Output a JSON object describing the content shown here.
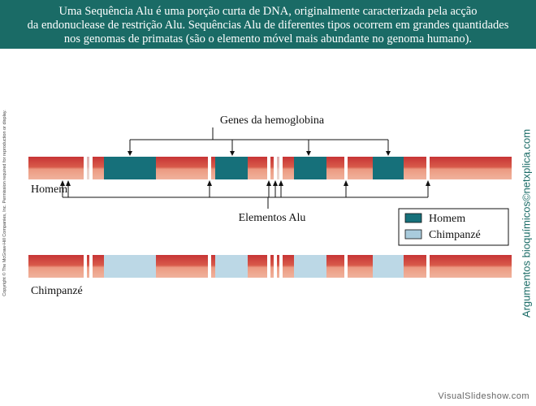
{
  "header": {
    "lines": [
      "Uma Sequência Alu é uma porção curta de DNA, originalmente caracterizada  pela acção",
      "da endonuclease de restrição Alu. Sequências Alu de diferentes tipos ocorrem em grandes quantidades",
      "nos genomas de primatas (são o elemento móvel mais abundante no genoma humano)."
    ]
  },
  "diagram": {
    "genes_label": "Genes da hemoglobina",
    "alu_label": "Elementos Alu",
    "human_label": "Homem",
    "chimp_label": "Chimpanzé"
  },
  "legend": {
    "human": "Homem",
    "chimp": "Chimpanzé"
  },
  "colors": {
    "header_bg": "#1a6b66",
    "chromosome_red": "#cc3a3a",
    "chromosome_pink": "#e8907a",
    "human_gene": "#16707a",
    "chimp_gene": "#a9cbdc"
  },
  "copyright": "Copyright © The McGraw-Hill Companies, Inc. Permission required for reproduction or display.",
  "side_credit": "Argumentos bioquímicos©netxplica.com",
  "footer": "VisualSlideshow.com"
}
